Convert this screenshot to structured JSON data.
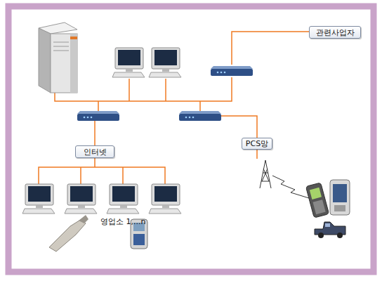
{
  "diagram": {
    "nodes": [
      {
        "text": [
          "관련사업자"
        ]
      },
      {
        "text": [
          "인터넷"
        ]
      },
      {
        "text": [
          "PCS망"
        ]
      }
    ],
    "labels": [
      "영업소 1,...n"
    ]
  }
}
